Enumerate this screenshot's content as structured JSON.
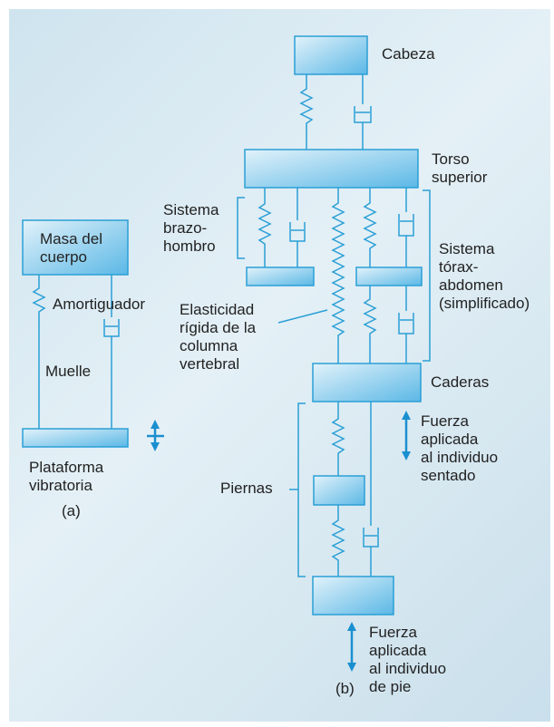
{
  "colors": {
    "line": "#2a9fd6",
    "box_light": "#b8dcef",
    "box_dark": "#5bb8e6",
    "arrow": "#1a8fd0",
    "text": "#222222"
  },
  "labels": {
    "head": "Cabeza",
    "upper_torso": "Torso\nsuperior",
    "arm_shoulder": "Sistema\nbrazo-\nhombro",
    "thorax_abdomen": "Sistema\ntórax-\nabdomen\n(simplificado)",
    "spine_elasticity": "Elasticidad\nrígida de la\ncolumna\nvertebral",
    "hips": "Caderas",
    "seated_force": "Fuerza\naplicada\nal individuo\nsentado",
    "legs": "Piernas",
    "standing_force": "Fuerza\naplicada\nal individuo\nde pie",
    "label_b": "(b)",
    "body_mass": "Masa del\ncuerpo",
    "damper": "Amortiguador",
    "spring": "Muelle",
    "platform": "Plataforma\nvibratoria",
    "label_a": "(a)"
  }
}
